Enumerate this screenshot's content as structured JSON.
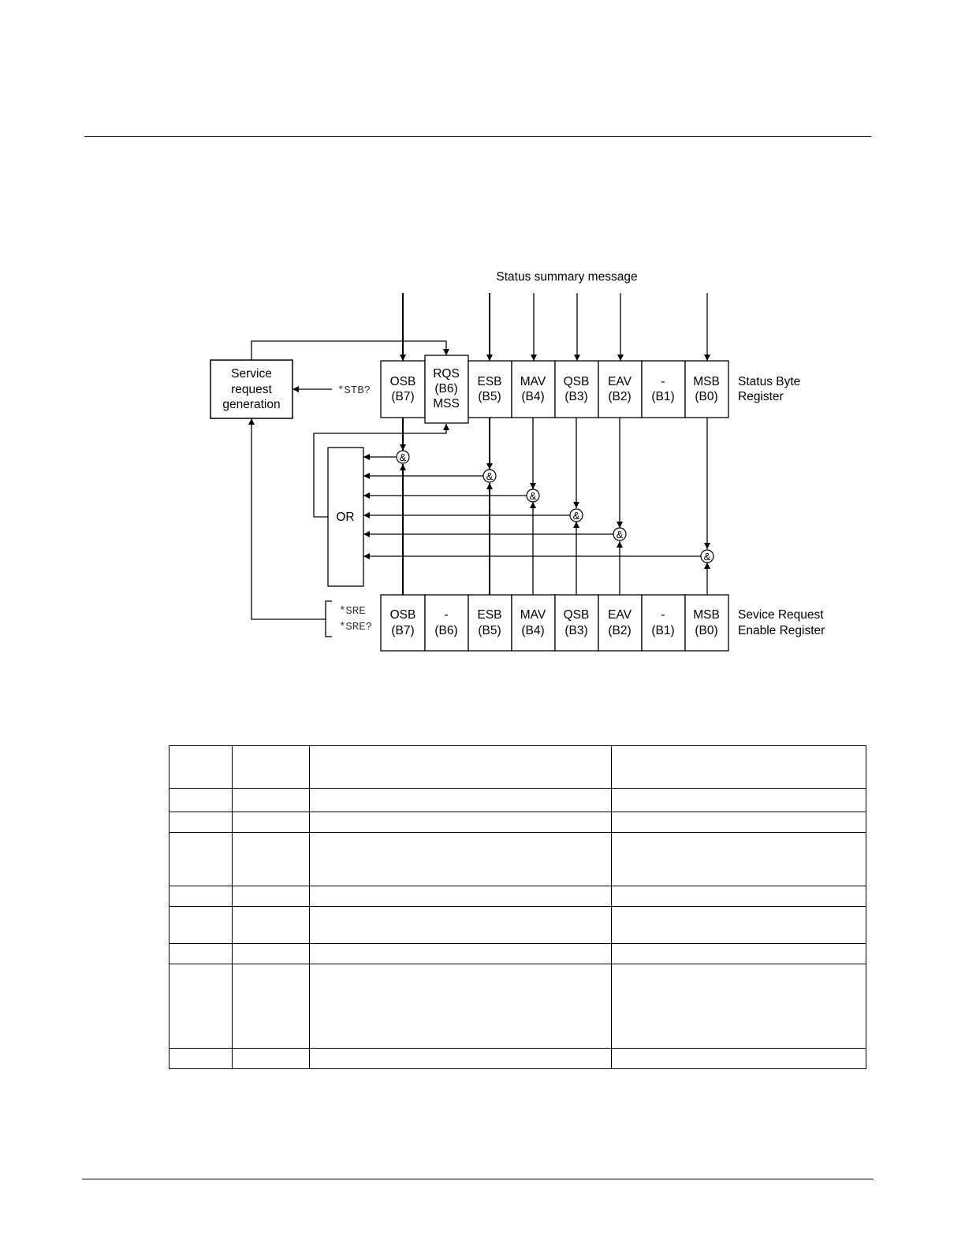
{
  "diagram": {
    "top_label": "Status summary message",
    "service_box": [
      "Service",
      "request",
      "generation"
    ],
    "stb_query": "*STB?",
    "sre_commands": [
      "*SRE",
      "*SRE?"
    ],
    "or_label": "OR",
    "and_symbol": "&",
    "status_byte_label": [
      "Status Byte",
      "Register"
    ],
    "sre_register_label": [
      "Sevice Request",
      "Enable Register"
    ],
    "status_byte_cells": [
      [
        "OSB",
        "(B7)"
      ],
      [
        "RQS",
        "(B6)",
        "MSS"
      ],
      [
        "ESB",
        "(B5)"
      ],
      [
        "MAV",
        "(B4)"
      ],
      [
        "QSB",
        "(B3)"
      ],
      [
        "EAV",
        "(B2)"
      ],
      [
        "-",
        "(B1)"
      ],
      [
        "MSB",
        "(B0)"
      ]
    ],
    "sre_cells": [
      [
        "OSB",
        "(B7)"
      ],
      [
        "-",
        "(B6)"
      ],
      [
        "ESB",
        "(B5)"
      ],
      [
        "MAV",
        "(B4)"
      ],
      [
        "QSB",
        "(B3)"
      ],
      [
        "EAV",
        "(B2)"
      ],
      [
        "-",
        "(B1)"
      ],
      [
        "MSB",
        "(B0)"
      ]
    ]
  },
  "table": {
    "rows": 9,
    "columns": 4
  },
  "colors": {
    "line": "#000000",
    "monospace_text": "#333333"
  }
}
